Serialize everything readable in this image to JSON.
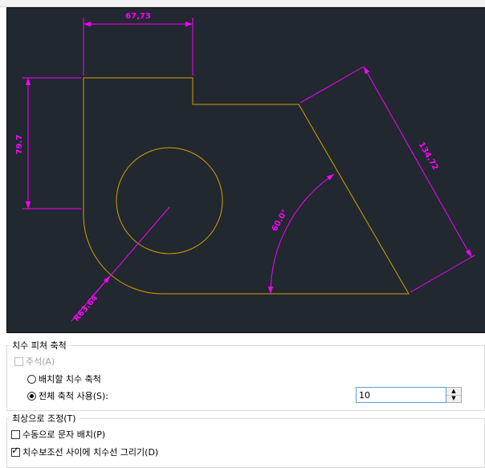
{
  "preview": {
    "dims": {
      "top_width": "67,73",
      "left_height": "79.7",
      "angle": "60.0°",
      "diagonal": "134.72",
      "radius": "R63.64"
    },
    "colors": {
      "geometry": "#d4a000",
      "dimension": "#ff00ff",
      "background": "#212830"
    }
  },
  "scale_group": {
    "title": "치수 피쳐 축척",
    "annotative_label": "주석(A)",
    "annotative_checked": false,
    "layout_scale_label": "배치할 치수 축척",
    "overall_scale_label": "전체 축척 사용(S):",
    "selected": "overall",
    "overall_scale_value": "10"
  },
  "fine_tuning_group": {
    "title": "최상으로 조정(T)",
    "manual_text_label": "수동으로 문자 배치(P)",
    "manual_text_checked": false,
    "draw_dim_line_label": "치수보조선 사이에 치수선 그리기(D)",
    "draw_dim_line_checked": true
  }
}
